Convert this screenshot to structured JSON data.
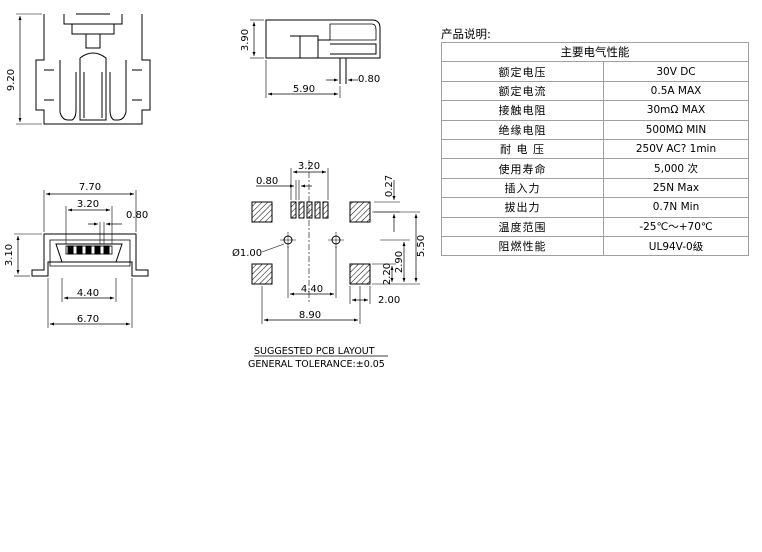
{
  "drawing": {
    "side_view": {
      "height_label": "3.90",
      "length_label": "5.90",
      "pin_label": "0.80"
    },
    "top_view": {
      "length_label": "9.20"
    },
    "front_view": {
      "outer_width_label": "7.70",
      "pitch_span_label": "3.20",
      "pin_width_label": "0.80",
      "height_label": "3.10",
      "inner_width_label": "4.40",
      "base_width_label": "6.70"
    },
    "pcb_layout": {
      "pitch_span_label": "3.20",
      "pad_width_label": "0.80",
      "pad_gap_label": "0.27",
      "hole_label": "Ø1.00",
      "hole_spacing_label": "4.40",
      "total_width_label": "8.90",
      "height_label": "5.50",
      "mid_gap_label": "2.90",
      "pad_height_label": "2.20",
      "pad_length_label": "2.00",
      "caption_line1": "SUGGESTED PCB LAYOUT",
      "caption_line2": "GENERAL TOLERANCE:±0.05"
    }
  },
  "spec": {
    "title": "产品说明:",
    "header": "主要电气性能",
    "rows": [
      {
        "name": "额定电压",
        "value": "30V DC"
      },
      {
        "name": "额定电流",
        "value": "0.5A MAX"
      },
      {
        "name": "接触电阻",
        "value": "30mΩ MAX"
      },
      {
        "name": "绝缘电阻",
        "value": "500MΩ MIN"
      },
      {
        "name": "耐 电 压",
        "value": "250V AC? 1min"
      },
      {
        "name": "使用寿命",
        "value": "5,000 次"
      },
      {
        "name": "插入力",
        "value": "25N Max"
      },
      {
        "name": "拔出力",
        "value": "0.7N Min"
      },
      {
        "name": "温度范围",
        "value": "-25℃～+70℃"
      },
      {
        "name": "阻燃性能",
        "value": "UL94V-0级"
      }
    ]
  }
}
